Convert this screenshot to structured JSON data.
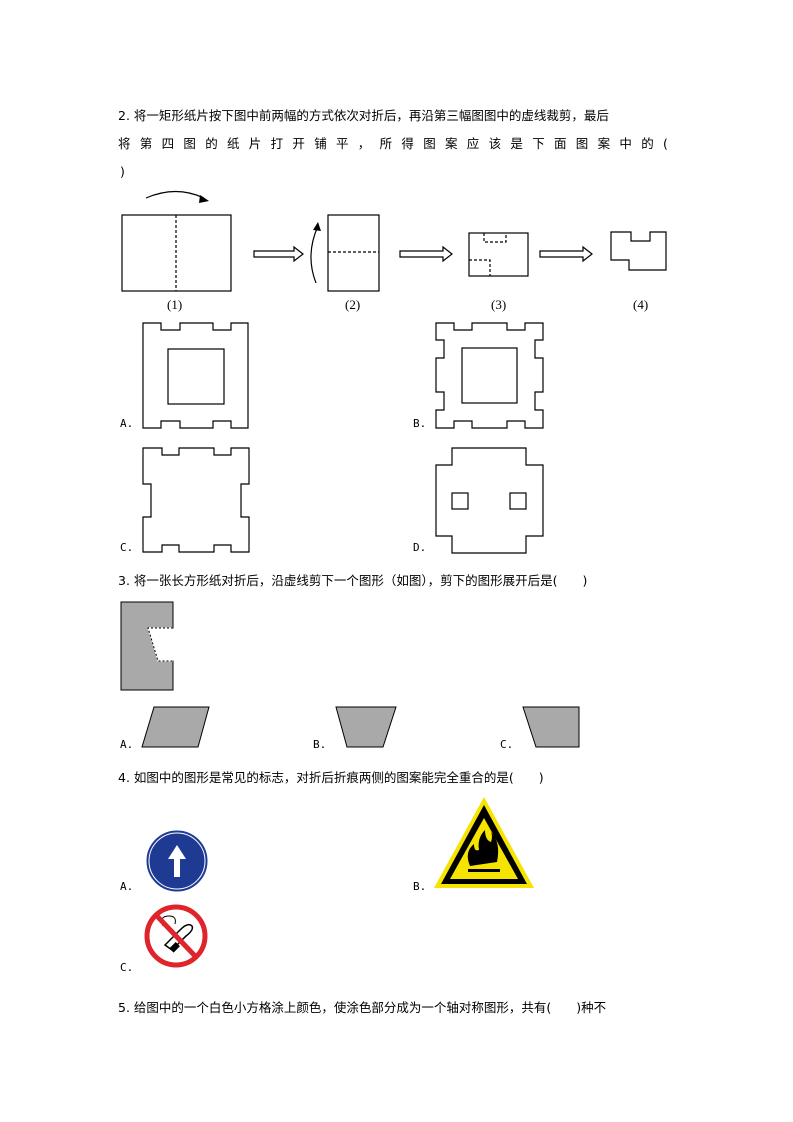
{
  "q2": {
    "line1": "2. 将一矩形纸片按下图中前两幅的方式依次对折后，再沿第三幅图图中的虚线裁剪，最后",
    "line2": "将第四图的纸片打开铺平，所得图案应该是下面图案中的(",
    "line3": ")",
    "step_labels": [
      "(1)",
      "(2)",
      "(3)",
      "(4)"
    ],
    "options": [
      "A.",
      "B.",
      "C.",
      "D."
    ]
  },
  "q3": {
    "text": "3. 将一张长方形纸对折后，沿虚线剪下一个图形（如图），剪下的图形展开后是(　　)",
    "options": [
      "A.",
      "B.",
      "C."
    ],
    "fill_color": "#a9a9a9"
  },
  "q4": {
    "text": "4. 如图中的图形是常见的标志，对折后折痕两侧的图案能完全重合的是(　　)",
    "options": [
      "A.",
      "B.",
      "C."
    ],
    "colors": {
      "blue": "#1f3a93",
      "yellow": "#f5e400",
      "red": "#e0242b"
    }
  },
  "q5": {
    "text": "5. 给图中的一个白色小方格涂上颜色，使涂色部分成为一个轴对称图形，共有(　　)种不"
  }
}
